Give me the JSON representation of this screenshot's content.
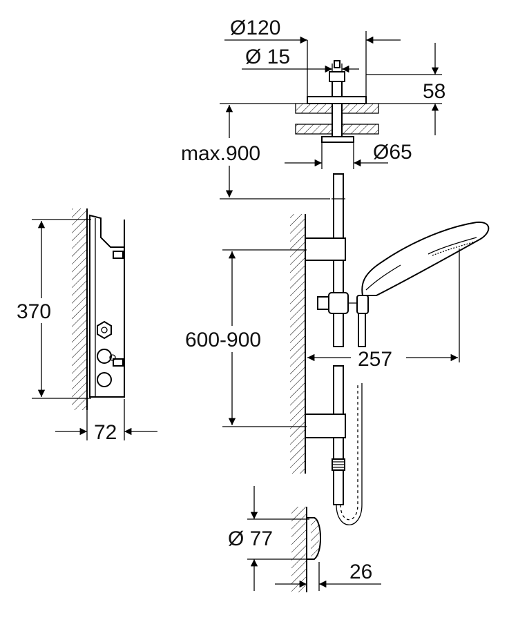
{
  "dimensions": {
    "top_plate_diameter": "Ø120",
    "stem_diameter": "Ø 15",
    "ceiling_height": "58",
    "max_length": "max.900",
    "rod_diameter": "Ø65",
    "left_height": "370",
    "left_depth": "72",
    "rail_range": "600-900",
    "handshower_projection": "257",
    "outlet_diameter": "Ø 77",
    "outlet_depth": "26"
  }
}
